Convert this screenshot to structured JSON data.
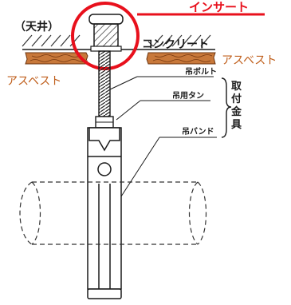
{
  "labels": {
    "ceiling": "（天井）",
    "insert": "インサート",
    "concrete": "コンクリート",
    "asbestos_right": "アスベスト",
    "asbestos_left": "アスベスト",
    "hanger_bolt": "吊ボルト",
    "turnbuckle": "吊用タン",
    "hanger_band": "吊バンド",
    "fitting_group": "取付金具"
  },
  "colors": {
    "highlight_red": "#e8101c",
    "asbestos_brown": "#c05f1c",
    "asbestos_fill": "#c8783a",
    "ink": "#1a1a1a"
  }
}
